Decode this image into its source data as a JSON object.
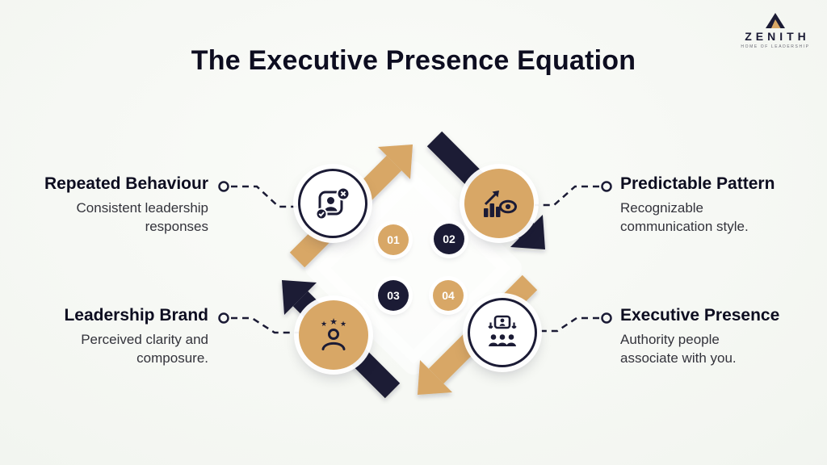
{
  "title": "The Executive Presence Equation",
  "logo": {
    "name": "ZENITH",
    "tagline": "HOME OF LEADERSHIP"
  },
  "colors": {
    "navy": "#1b1b35",
    "gold": "#d8a766",
    "background": "#f1f4ef"
  },
  "nodes": [
    {
      "num": "01",
      "label": "Repeated Behaviour",
      "desc": "Consistent leadership responses",
      "icon": "person-x-icon"
    },
    {
      "num": "02",
      "label": "Predictable Pattern",
      "desc": "Recognizable communication style.",
      "icon": "growth-eye-icon"
    },
    {
      "num": "03",
      "label": "Leadership Brand",
      "desc": "Perceived clarity and composure.",
      "icon": "person-stars-icon"
    },
    {
      "num": "04",
      "label": "Executive Presence",
      "desc": "Authority people associate with you.",
      "icon": "presentation-audience-icon"
    }
  ]
}
